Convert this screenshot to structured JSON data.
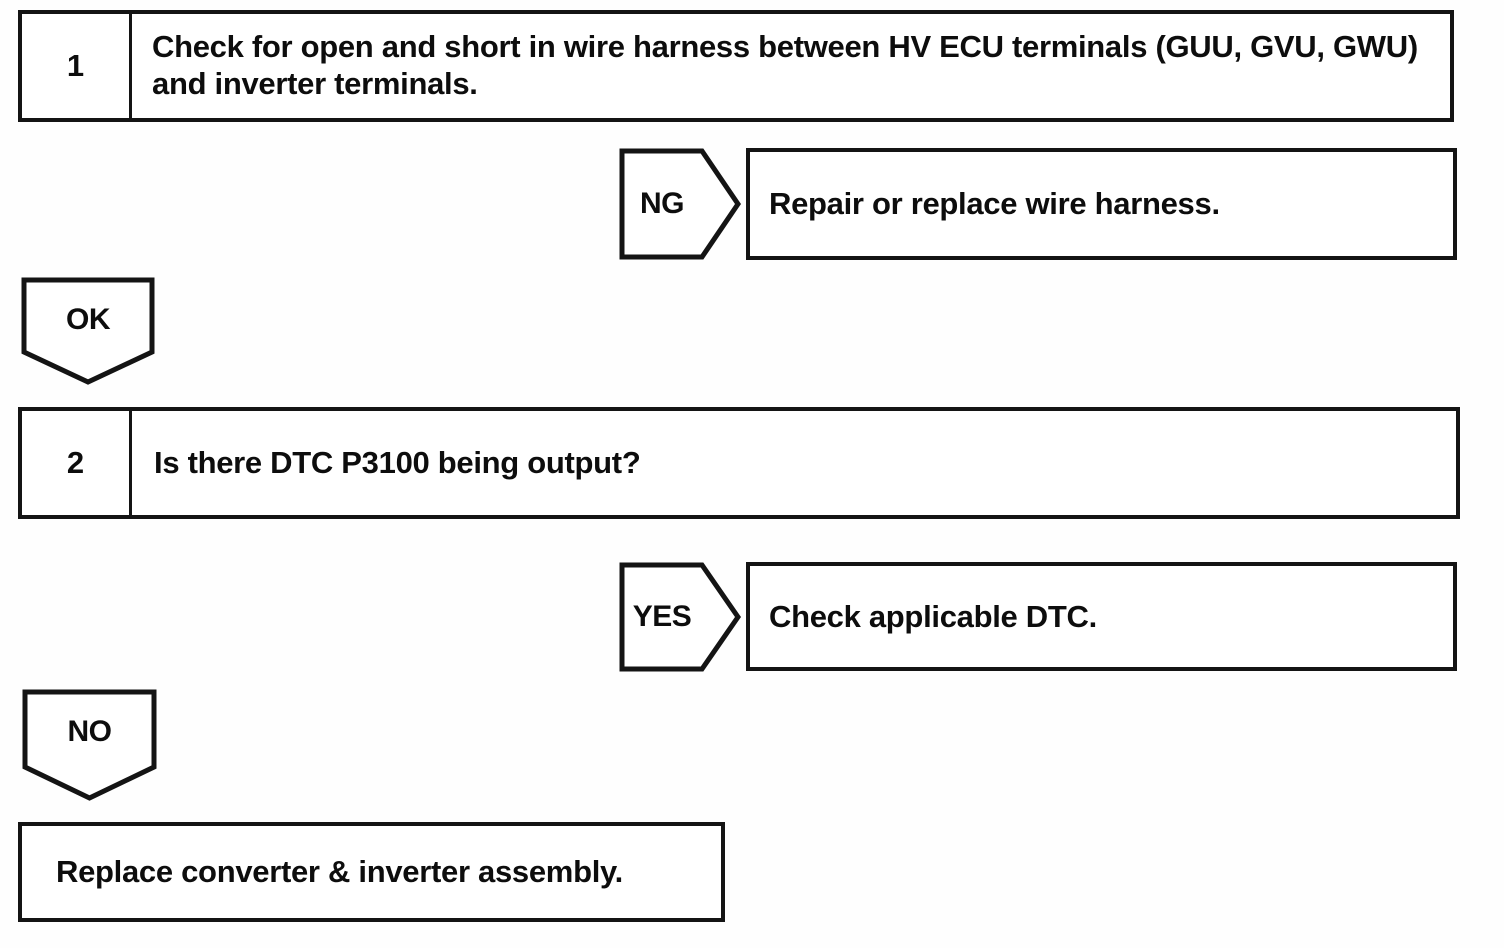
{
  "page": {
    "background": "#ffffff",
    "ink": "#141414"
  },
  "flowchart": {
    "steps": [
      {
        "number": "1",
        "question": "Check for open and short in wire harness between HV ECU terminals (GUU, GVU, GWU) and inverter terminals.",
        "branch_label": "NG",
        "branch_action": "Repair or replace wire harness.",
        "pass_label": "OK"
      },
      {
        "number": "2",
        "question": "Is there DTC P3100 being output?",
        "branch_label": "YES",
        "branch_action": "Check applicable DTC.",
        "pass_label": "NO"
      }
    ],
    "final_action": "Replace converter & inverter assembly."
  }
}
